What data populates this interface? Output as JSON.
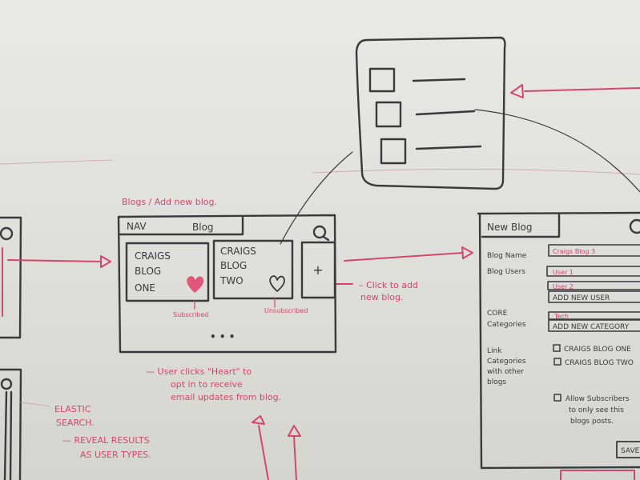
{
  "colors": {
    "ink": "#3a3a3c",
    "marker_red": "#d2476d",
    "board": "#e2e2df"
  },
  "title_note": "Blogs / Add new blog.",
  "blog_wireframe": {
    "nav_label": "NAV",
    "nav_title": "Blog",
    "cards": [
      {
        "lines": [
          "CRAIGS",
          "BLOG",
          "ONE"
        ],
        "status": "Subscribed",
        "icon": "heart-filled-icon"
      },
      {
        "lines": [
          "CRAIGS",
          "BLOG",
          "TWO"
        ],
        "status": "Unsubscribed",
        "icon": "heart-outline-icon"
      }
    ],
    "add_label": "+",
    "more": "• • •"
  },
  "add_note": [
    "– Click to add",
    "new blog."
  ],
  "heart_note": [
    "— User clicks \"Heart\" to",
    "opt in to receive",
    "email updates from blog."
  ],
  "search_note": [
    "ELASTIC",
    "SEARCH.",
    "— REVEAL RESULTS",
    "AS USER TYPES."
  ],
  "new_blog_form": {
    "tab": "New Blog",
    "blog_name_label": "Blog Name",
    "blog_name_value": "Craigs Blog 3",
    "blog_users_label": "Blog Users",
    "users": [
      "User 1",
      "User 2"
    ],
    "add_user": "ADD NEW USER",
    "core_label": [
      "CORE",
      "Categories"
    ],
    "category": "Tech",
    "add_category": "ADD NEW CATEGORY",
    "link_label": [
      "Link",
      "Categories",
      "with other",
      "blogs"
    ],
    "link_options": [
      "CRAIGS BLOG ONE",
      "CRAIGS BLOG TWO"
    ],
    "allow_lines": [
      "Allow Subscribers",
      "to only see this",
      "blogs posts."
    ],
    "save": "SAVE"
  }
}
